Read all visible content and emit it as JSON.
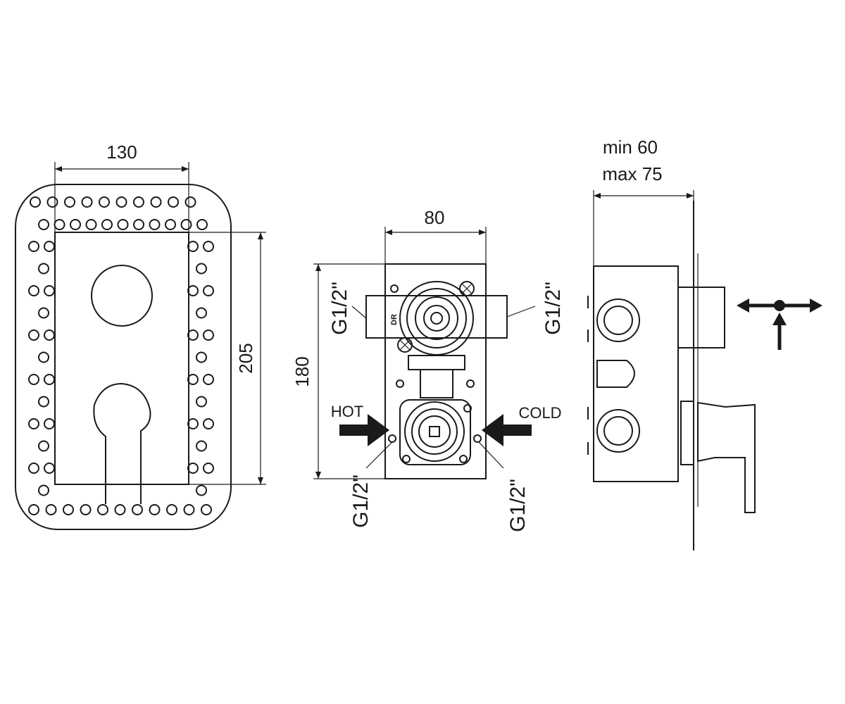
{
  "front_view": {
    "width_dim": "130",
    "height_dim": "205"
  },
  "body_view": {
    "width_dim": "80",
    "height_dim": "180",
    "thread_top_left": "G1/2\"",
    "thread_top_right": "G1/2\"",
    "thread_bottom_left": "G1/2\"",
    "thread_bottom_right": "G1/2\"",
    "inlet_left": "HOT",
    "inlet_right": "COLD",
    "diverter_mark": "DR"
  },
  "side_view": {
    "depth_min": "min 60",
    "depth_max": "max 75"
  },
  "colors": {
    "line": "#1a1a1a",
    "background": "#ffffff"
  },
  "icons": [
    "flow-direction-icon",
    "inlet-arrow-icon"
  ]
}
